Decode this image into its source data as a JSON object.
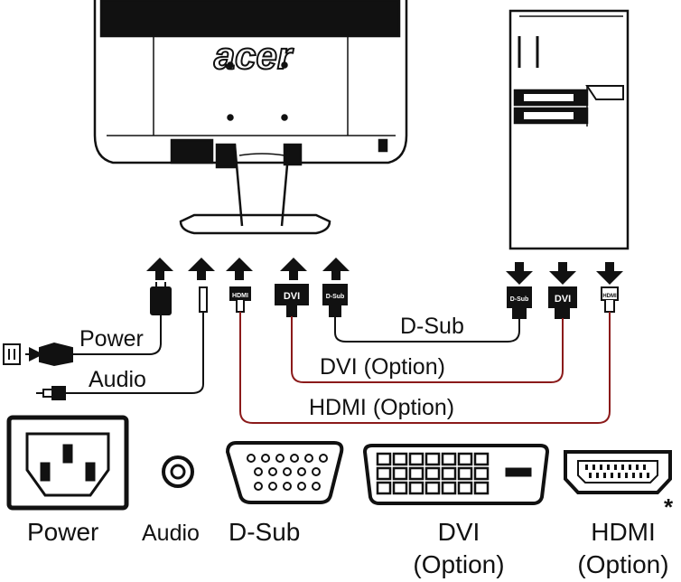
{
  "diagram": {
    "brand": "acer",
    "cables": {
      "power": "Power",
      "audio": "Audio",
      "dsub": "D-Sub",
      "dvi": "DVI (Option)",
      "hdmi": "HDMI (Option)"
    },
    "connector_tags": {
      "hdmi": "HDMI",
      "dvi": "DVI",
      "dsub": "D-Sub"
    },
    "ports": {
      "power": "Power",
      "audio": "Audio",
      "dsub": "D-Sub",
      "dvi": "DVI",
      "dvi_note": "(Option)",
      "hdmi": "HDMI",
      "hdmi_note": "(Option)",
      "hdmi_mark": "*"
    },
    "colors": {
      "line": "#111111",
      "cable_accent": "#c0392b"
    }
  }
}
